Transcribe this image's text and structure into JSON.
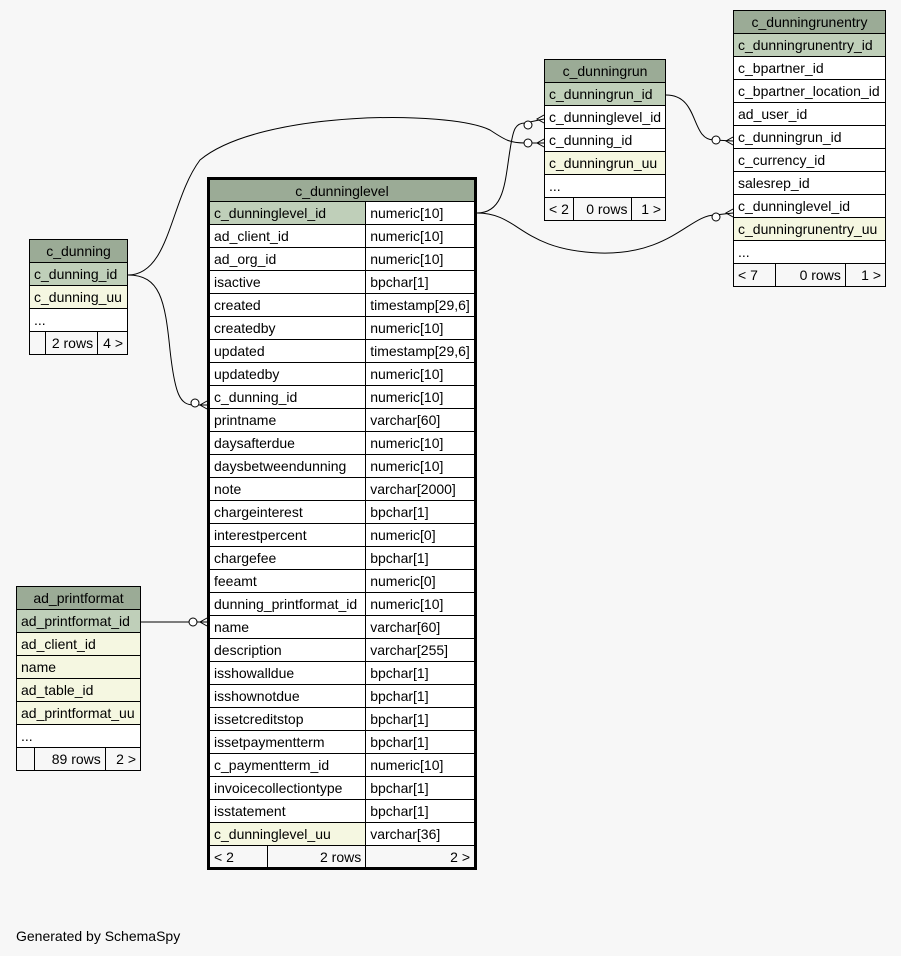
{
  "tables": {
    "c_dunning": {
      "name": "c_dunning",
      "cols": [
        "c_dunning_id",
        "c_dunning_uu",
        "..."
      ],
      "footer": [
        "",
        "2 rows",
        "4 >"
      ]
    },
    "ad_printformat": {
      "name": "ad_printformat",
      "cols": [
        "ad_printformat_id",
        "ad_client_id",
        "name",
        "ad_table_id",
        "ad_printformat_uu",
        "..."
      ],
      "footer": [
        "",
        "89 rows",
        "2 >"
      ]
    },
    "c_dunningrun": {
      "name": "c_dunningrun",
      "cols": [
        "c_dunningrun_id",
        "c_dunninglevel_id",
        "c_dunning_id",
        "c_dunningrun_uu",
        "..."
      ],
      "footer": [
        "< 2",
        "0 rows",
        "1 >"
      ]
    },
    "c_dunningrunentry": {
      "name": "c_dunningrunentry",
      "cols": [
        "c_dunningrunentry_id",
        "c_bpartner_id",
        "c_bpartner_location_id",
        "ad_user_id",
        "c_dunningrun_id",
        "c_currency_id",
        "salesrep_id",
        "c_dunninglevel_id",
        "c_dunningrunentry_uu",
        "..."
      ],
      "footer": [
        "< 7",
        "0 rows",
        "1 >"
      ]
    },
    "c_dunninglevel": {
      "name": "c_dunninglevel",
      "rows": [
        [
          "c_dunninglevel_id",
          "numeric[10]"
        ],
        [
          "ad_client_id",
          "numeric[10]"
        ],
        [
          "ad_org_id",
          "numeric[10]"
        ],
        [
          "isactive",
          "bpchar[1]"
        ],
        [
          "created",
          "timestamp[29,6]"
        ],
        [
          "createdby",
          "numeric[10]"
        ],
        [
          "updated",
          "timestamp[29,6]"
        ],
        [
          "updatedby",
          "numeric[10]"
        ],
        [
          "c_dunning_id",
          "numeric[10]"
        ],
        [
          "printname",
          "varchar[60]"
        ],
        [
          "daysafterdue",
          "numeric[10]"
        ],
        [
          "daysbetweendunning",
          "numeric[10]"
        ],
        [
          "note",
          "varchar[2000]"
        ],
        [
          "chargeinterest",
          "bpchar[1]"
        ],
        [
          "interestpercent",
          "numeric[0]"
        ],
        [
          "chargefee",
          "bpchar[1]"
        ],
        [
          "feeamt",
          "numeric[0]"
        ],
        [
          "dunning_printformat_id",
          "numeric[10]"
        ],
        [
          "name",
          "varchar[60]"
        ],
        [
          "description",
          "varchar[255]"
        ],
        [
          "isshowalldue",
          "bpchar[1]"
        ],
        [
          "isshownotdue",
          "bpchar[1]"
        ],
        [
          "issetcreditstop",
          "bpchar[1]"
        ],
        [
          "issetpaymentterm",
          "bpchar[1]"
        ],
        [
          "c_paymentterm_id",
          "numeric[10]"
        ],
        [
          "invoicecollectiontype",
          "bpchar[1]"
        ],
        [
          "isstatement",
          "bpchar[1]"
        ],
        [
          "c_dunninglevel_uu",
          "varchar[36]"
        ]
      ],
      "footer": [
        "< 2",
        "2 rows",
        "2 >"
      ]
    }
  },
  "footer_text": "Generated by SchemaSpy"
}
